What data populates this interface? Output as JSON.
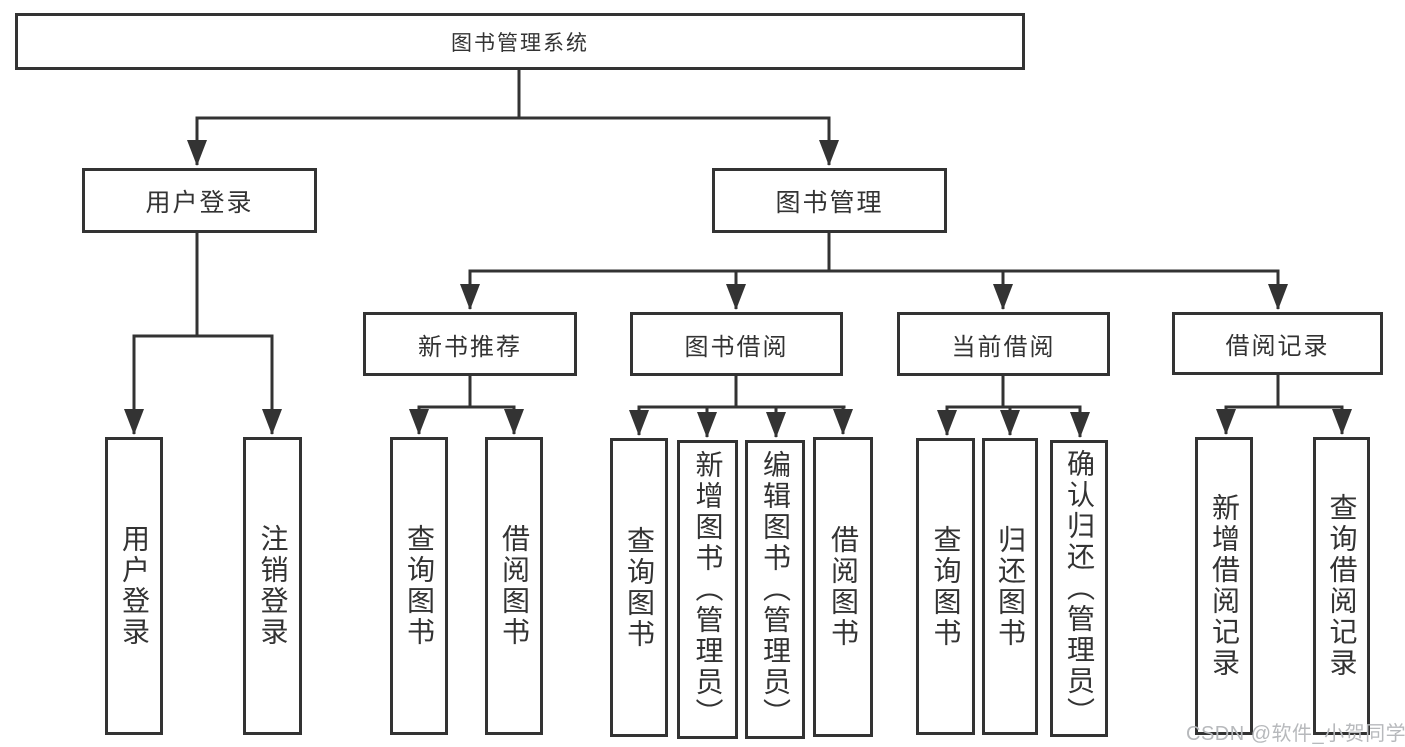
{
  "colors": {
    "line": "#333333",
    "box_border": "#333333",
    "box_fill": "#ffffff",
    "text": "#333333",
    "watermark_text_color": "#b7b9bc",
    "background": "#ffffff"
  },
  "tree": {
    "root": {
      "label": "图书管理系统"
    },
    "level2": [
      {
        "label": "用户登录",
        "leaves": [
          {
            "label": "用户登录"
          },
          {
            "label": "注销登录"
          }
        ]
      },
      {
        "label": "图书管理",
        "children": [
          {
            "label": "新书推荐",
            "leaves": [
              {
                "label": "查询图书"
              },
              {
                "label": "借阅图书"
              }
            ]
          },
          {
            "label": "图书借阅",
            "leaves": [
              {
                "label": "查询图书"
              },
              {
                "label": "新增图书（管理员）"
              },
              {
                "label": "编辑图书（管理员）"
              },
              {
                "label": "借阅图书"
              }
            ]
          },
          {
            "label": "当前借阅",
            "leaves": [
              {
                "label": "查询图书"
              },
              {
                "label": "归还图书"
              },
              {
                "label": "确认归还（管理员）"
              }
            ]
          },
          {
            "label": "借阅记录",
            "leaves": [
              {
                "label": "新增借阅记录"
              },
              {
                "label": "查询借阅记录"
              }
            ]
          }
        ]
      }
    ]
  },
  "watermark": {
    "text": "CSDN @软件_小贺同学"
  }
}
